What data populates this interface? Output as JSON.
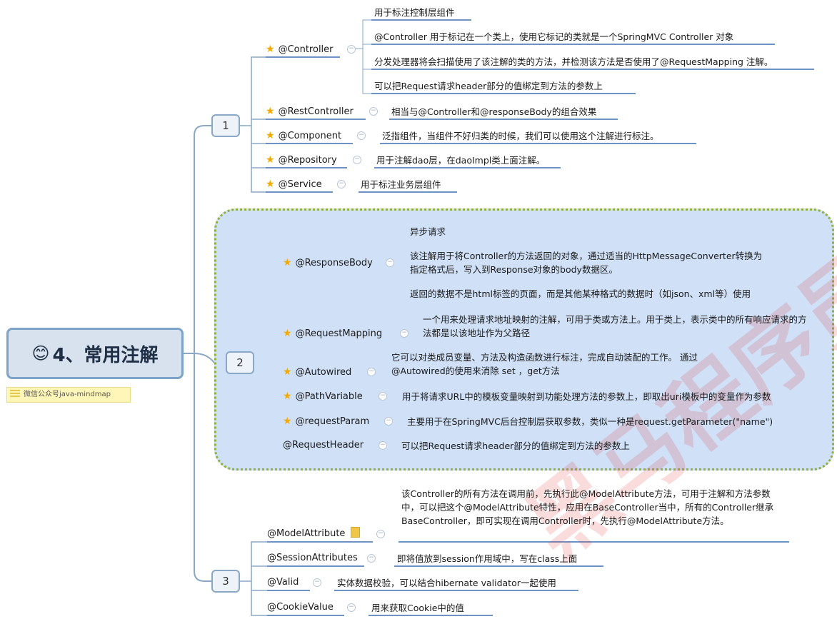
{
  "root": {
    "icon": "smile-emoji-icon",
    "title": "4、常用注解"
  },
  "credit": {
    "icon": "note-icon",
    "text": "微信公众号java-mindmap"
  },
  "watermark": "黑马程序员资料",
  "colors": {
    "branch_line": "#8aa7c6",
    "leaf_line": "#3d6fb0",
    "star": "#f2a900",
    "cloud_fill": "#cfe0f7",
    "cloud_border": "#8fb03a"
  },
  "branches": [
    {
      "label": "1",
      "items": [
        {
          "label": "@Controller",
          "starred": true,
          "notes": [
            "用于标注控制层组件",
            "@Controller 用于标记在一个类上，使用它标记的类就是一个SpringMVC Controller 对象",
            "分发处理器将会扫描使用了该注解的类的方法，并检测该方法是否使用了@RequestMapping 注解。",
            "可以把Request请求header部分的值绑定到方法的参数上"
          ]
        },
        {
          "label": "@RestController",
          "starred": true,
          "notes": [
            "相当与@Controller和@responseBody的组合效果"
          ]
        },
        {
          "label": "@Component",
          "starred": true,
          "notes": [
            "泛指组件，当组件不好归类的时候，我们可以使用这个注解进行标注。"
          ]
        },
        {
          "label": "@Repository",
          "starred": true,
          "notes": [
            "用于注解dao层，在daoImpl类上面注解。"
          ]
        },
        {
          "label": "@Service",
          "starred": true,
          "notes": [
            "用于标注业务层组件"
          ]
        }
      ]
    },
    {
      "label": "2",
      "items": [
        {
          "label": "@ResponseBody",
          "starred": true,
          "notes": [
            "异步请求",
            "该注解用于将Controller的方法返回的对象，通过适当的HttpMessageConverter转换为指定格式后，写入到Response对象的body数据区。",
            "返回的数据不是html标签的页面，而是其他某种格式的数据时（如json、xml等）使用"
          ]
        },
        {
          "label": "@RequestMapping",
          "starred": true,
          "notes": [
            "一个用来处理请求地址映射的注解，可用于类或方法上。用于类上，表示类中的所有响应请求的方法都是以该地址作为父路径"
          ]
        },
        {
          "label": "@Autowired",
          "starred": true,
          "notes": [
            "它可以对类成员变量、方法及构造函数进行标注，完成自动装配的工作。 通过 @Autowired的使用来消除 set ，get方法"
          ]
        },
        {
          "label": "@PathVariable",
          "starred": true,
          "notes": [
            "用于将请求URL中的模板变量映射到功能处理方法的参数上，即取出uri模板中的变量作为参数"
          ]
        },
        {
          "label": "@requestParam",
          "starred": true,
          "notes": [
            "主要用于在SpringMVC后台控制层获取参数，类似一种是request.getParameter(\"name\")"
          ]
        },
        {
          "label": "@RequestHeader",
          "starred": false,
          "notes": [
            "可以把Request请求header部分的值绑定到方法的参数上"
          ]
        }
      ]
    },
    {
      "label": "3",
      "items": [
        {
          "label": "@ModelAttribute",
          "starred": false,
          "has_note_icon": true,
          "notes": [
            "该Controller的所有方法在调用前，先执行此@ModelAttribute方法，可用于注解和方法参数中，可以把这个@ModelAttribute特性，应用在BaseController当中，所有的Controller继承BaseController，即可实现在调用Controller时，先执行@ModelAttribute方法。"
          ]
        },
        {
          "label": "@SessionAttributes",
          "starred": false,
          "notes": [
            "即将值放到session作用域中，写在class上面"
          ]
        },
        {
          "label": "@Valid",
          "starred": false,
          "notes": [
            "实体数据校验，可以结合hibernate validator一起使用"
          ]
        },
        {
          "label": "@CookieValue",
          "starred": false,
          "notes": [
            "用来获取Cookie中的值"
          ]
        }
      ]
    }
  ]
}
